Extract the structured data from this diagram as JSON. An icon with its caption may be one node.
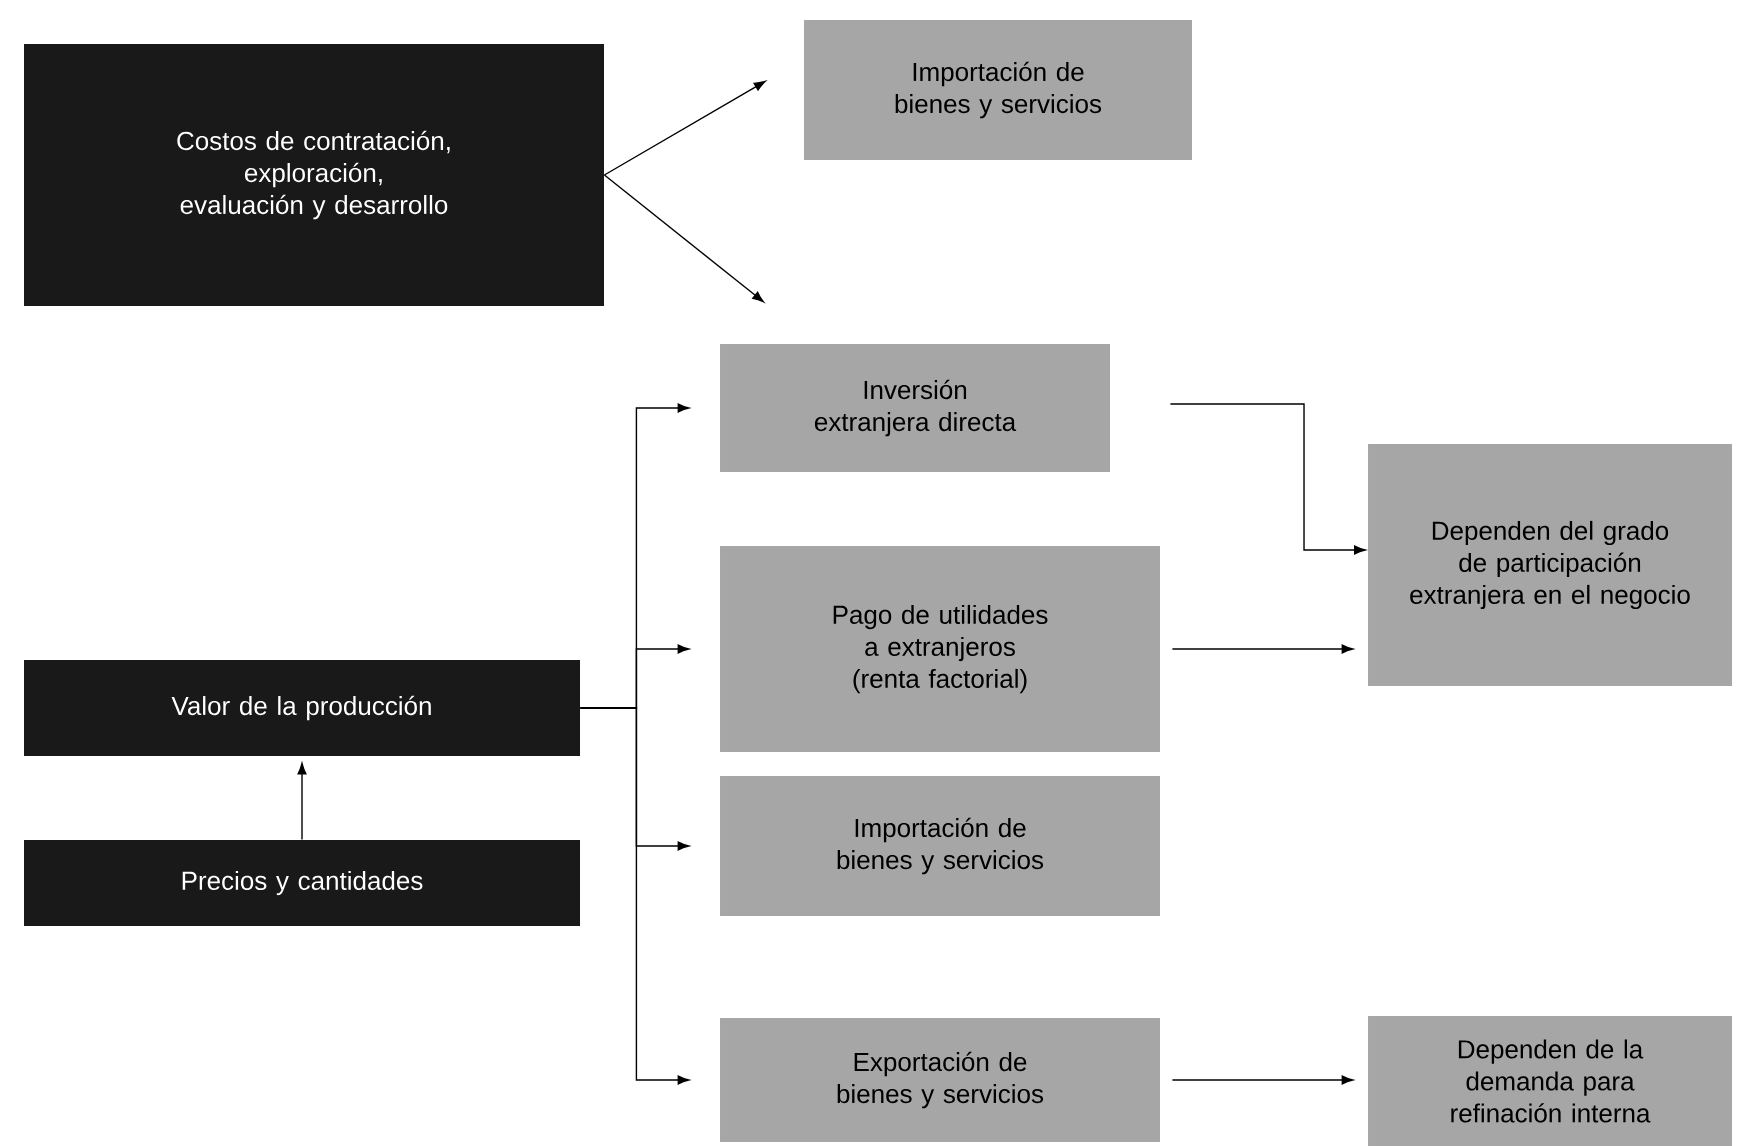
{
  "diagram": {
    "nodes": [
      {
        "text": [
          "Costos de contratación, exploración, evaluación y desarrollo"
        ]
      },
      {
        "text": [
          "Importación de bienes y servicios"
        ]
      },
      {
        "text": [
          "Inversión extranjera directa"
        ]
      },
      {
        "text": [
          "Dependen del grado de participación extranjera en el negocio"
        ]
      },
      {
        "text": [
          "Valor de la producción"
        ]
      },
      {
        "text": [
          "Pago de utilidades a extranjeros (renta factorial)"
        ]
      },
      {
        "text": [
          "Importación de bienes y servicios"
        ]
      },
      {
        "text": [
          "Precios y cantidades"
        ]
      },
      {
        "text": [
          "Exportación de bienes y servicios"
        ]
      },
      {
        "text": [
          "Dependen de la demanda para refinación interna"
        ]
      }
    ],
    "edges": [
      {
        "from": 0,
        "to": 1,
        "arrow": "to"
      },
      {
        "from": 0,
        "to": 2,
        "arrow": "to"
      },
      {
        "from": 4,
        "to": 2,
        "arrow": "to"
      },
      {
        "from": 4,
        "to": 5,
        "arrow": "to"
      },
      {
        "from": 4,
        "to": 6,
        "arrow": "to"
      },
      {
        "from": 4,
        "to": 8,
        "arrow": "to"
      },
      {
        "from": 7,
        "to": 4,
        "arrow": "to"
      },
      {
        "from": 2,
        "to": 3,
        "arrow": "to"
      },
      {
        "from": 5,
        "to": 3,
        "arrow": "to"
      },
      {
        "from": 8,
        "to": 9,
        "arrow": "to"
      }
    ]
  }
}
